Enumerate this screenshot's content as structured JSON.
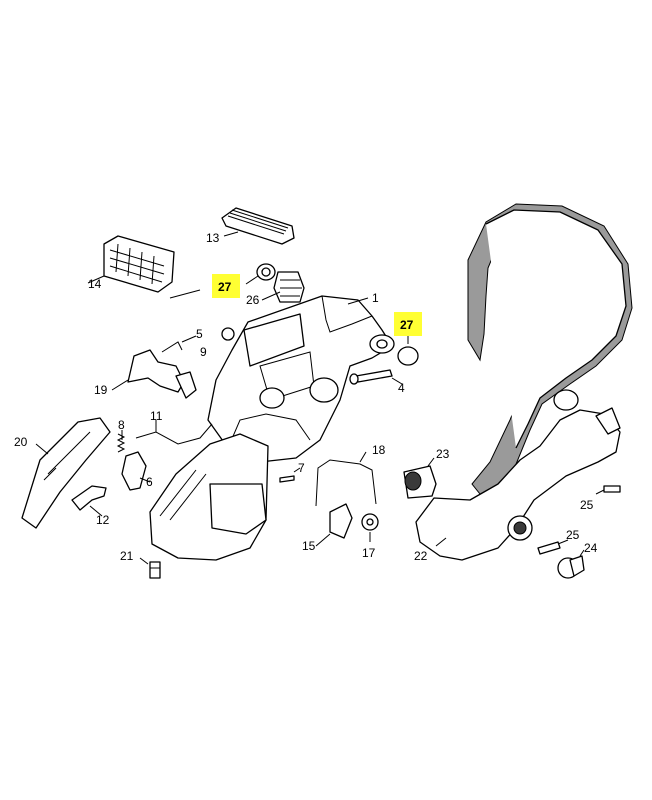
{
  "diagram": {
    "highlight_color": "#ffff33",
    "callouts": [
      {
        "id": "1",
        "text": "1"
      },
      {
        "id": "4",
        "text": "4"
      },
      {
        "id": "5",
        "text": "5"
      },
      {
        "id": "6",
        "text": "6"
      },
      {
        "id": "7",
        "text": "7"
      },
      {
        "id": "8",
        "text": "8"
      },
      {
        "id": "9",
        "text": "9"
      },
      {
        "id": "11",
        "text": "11"
      },
      {
        "id": "12",
        "text": "12"
      },
      {
        "id": "13",
        "text": "13"
      },
      {
        "id": "14",
        "text": "14"
      },
      {
        "id": "15",
        "text": "15"
      },
      {
        "id": "17",
        "text": "17"
      },
      {
        "id": "18",
        "text": "18"
      },
      {
        "id": "19",
        "text": "19"
      },
      {
        "id": "20",
        "text": "20"
      },
      {
        "id": "21",
        "text": "21"
      },
      {
        "id": "22",
        "text": "22"
      },
      {
        "id": "23",
        "text": "23"
      },
      {
        "id": "24",
        "text": "24"
      },
      {
        "id": "25a",
        "text": "25"
      },
      {
        "id": "25b",
        "text": "25"
      },
      {
        "id": "26",
        "text": "26"
      },
      {
        "id": "27a",
        "text": "27",
        "highlighted": true
      },
      {
        "id": "27b",
        "text": "27",
        "highlighted": true
      }
    ]
  }
}
